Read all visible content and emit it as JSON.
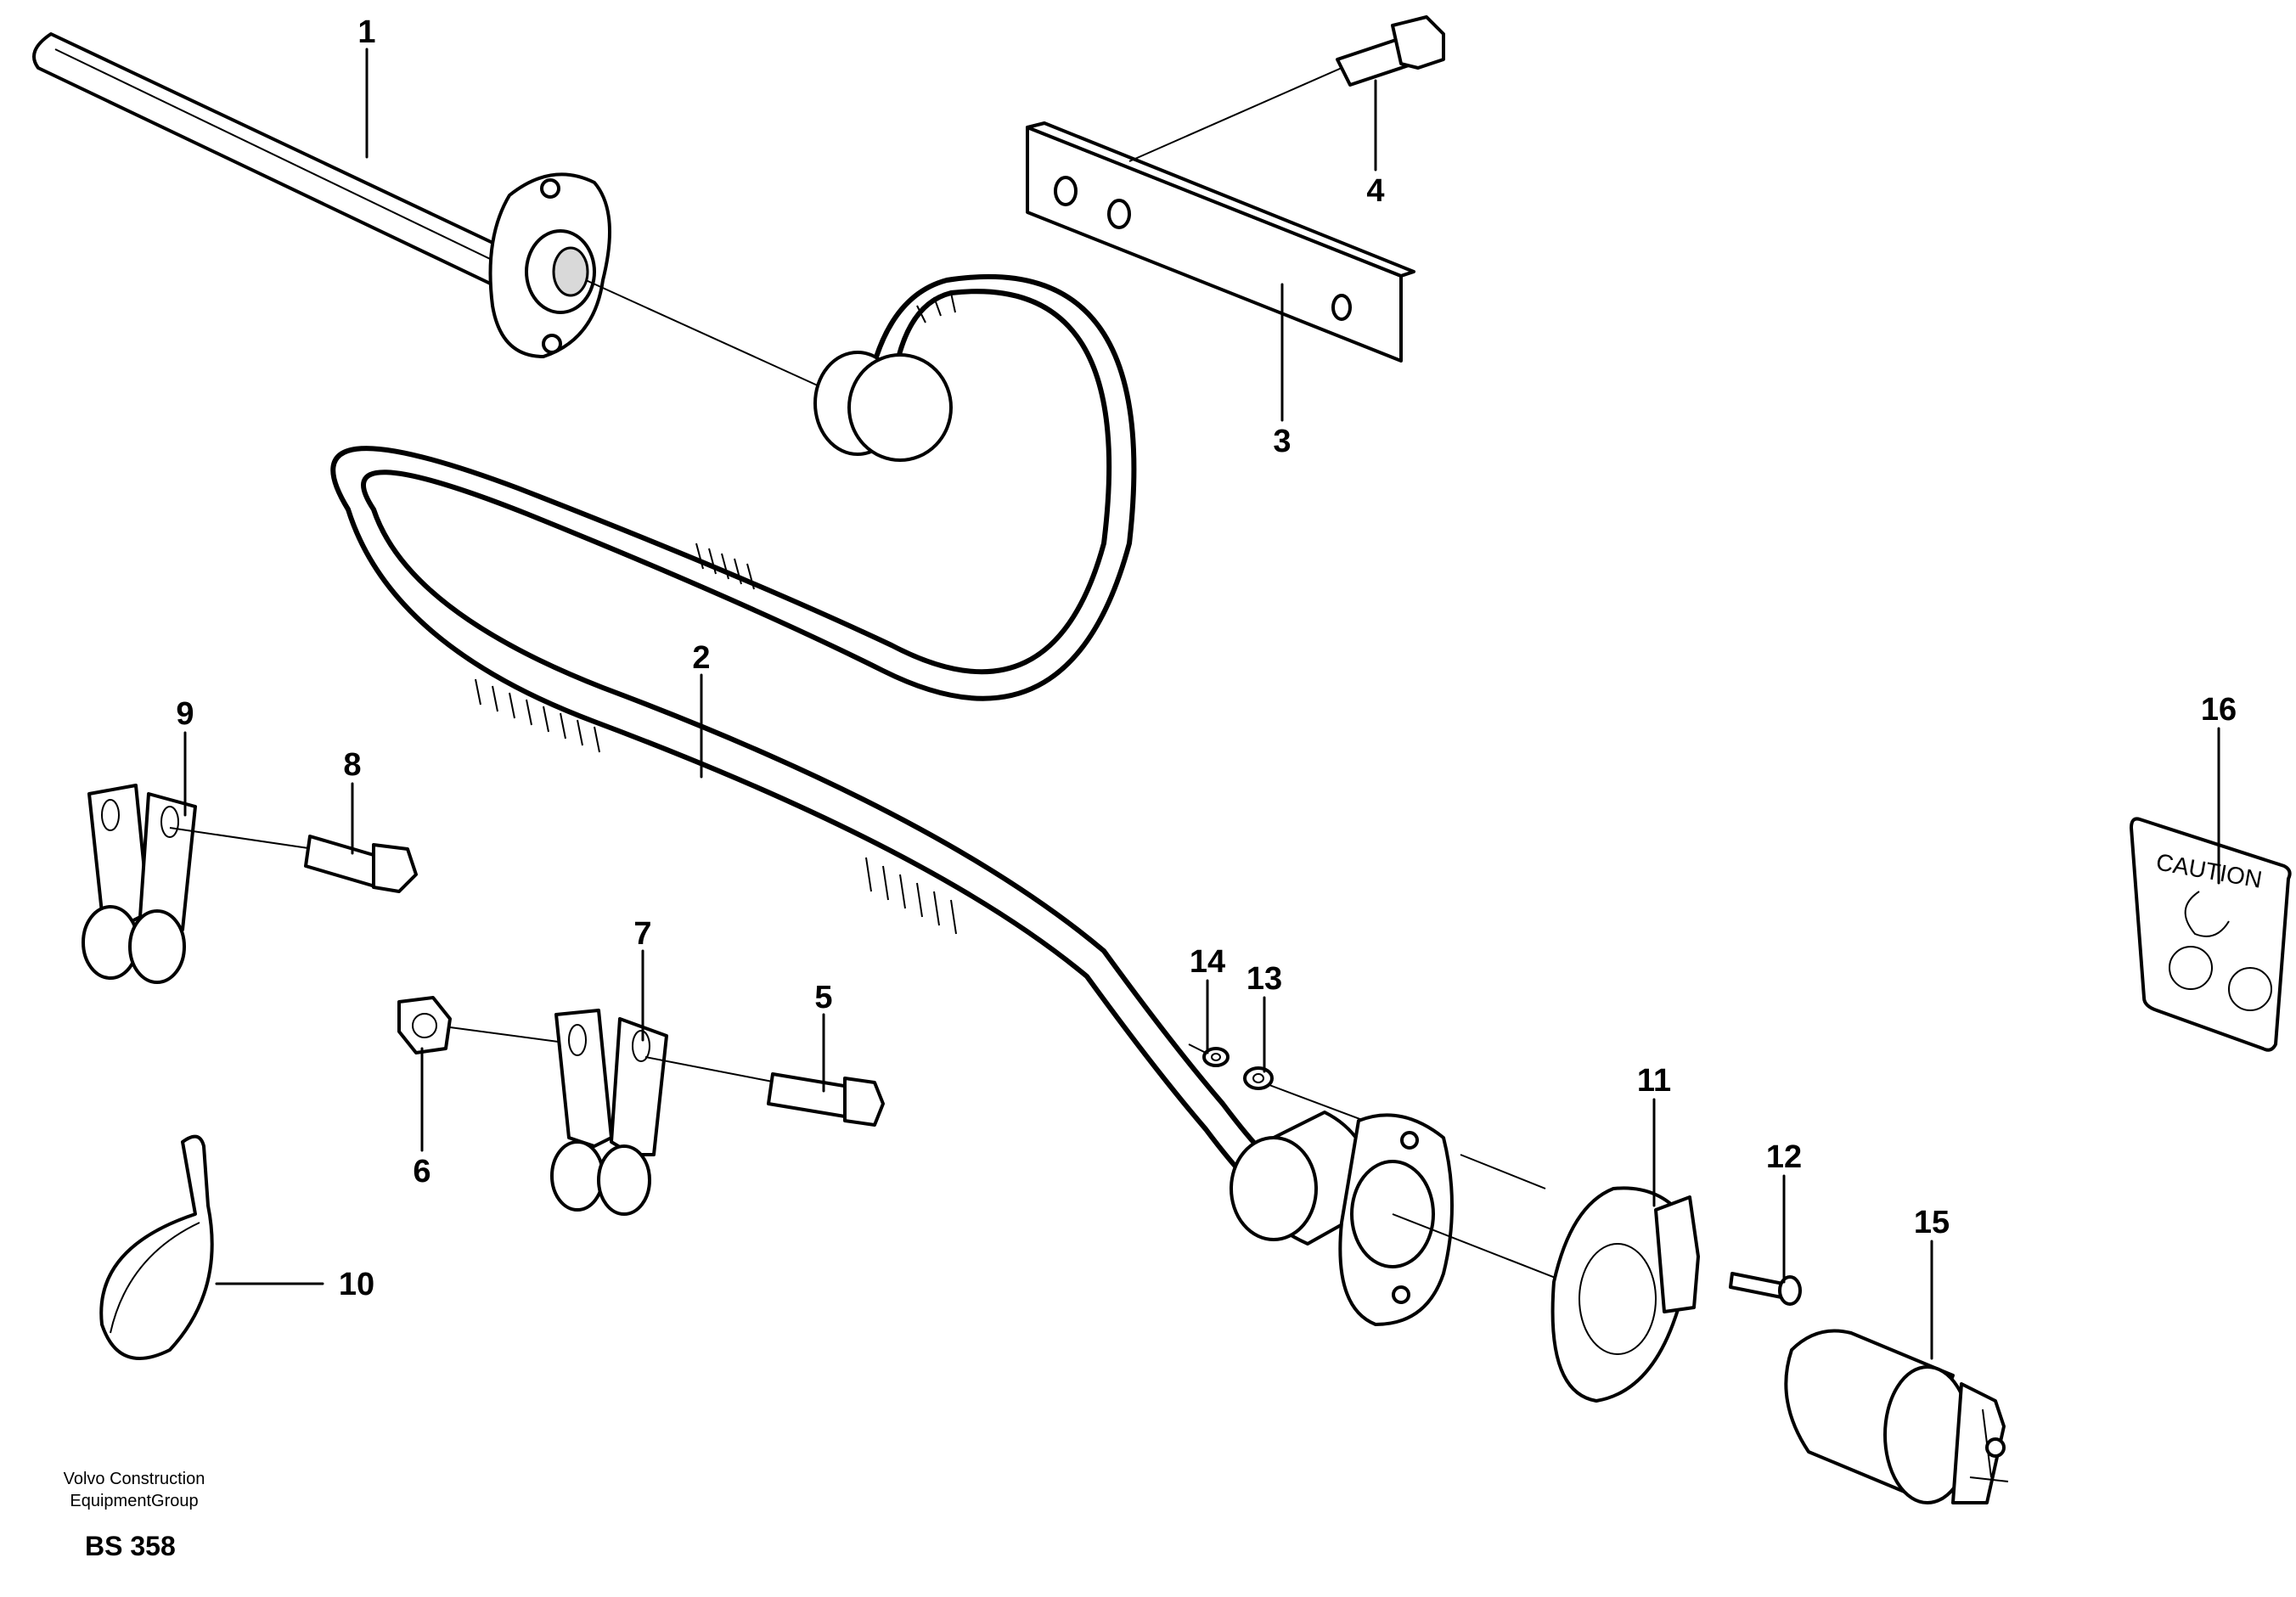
{
  "callouts": {
    "c1": "1",
    "c2": "2",
    "c3": "3",
    "c4": "4",
    "c5": "5",
    "c6": "6",
    "c7": "7",
    "c8": "8",
    "c9": "9",
    "c10": "10",
    "c11": "11",
    "c12": "12",
    "c13": "13",
    "c14": "14",
    "c15": "15",
    "c16": "16"
  },
  "decal_text": "CAUTION",
  "footer": {
    "company_line1": "Volvo Construction",
    "company_line2": "EquipmentGroup",
    "drawing_code": "BS 358"
  }
}
